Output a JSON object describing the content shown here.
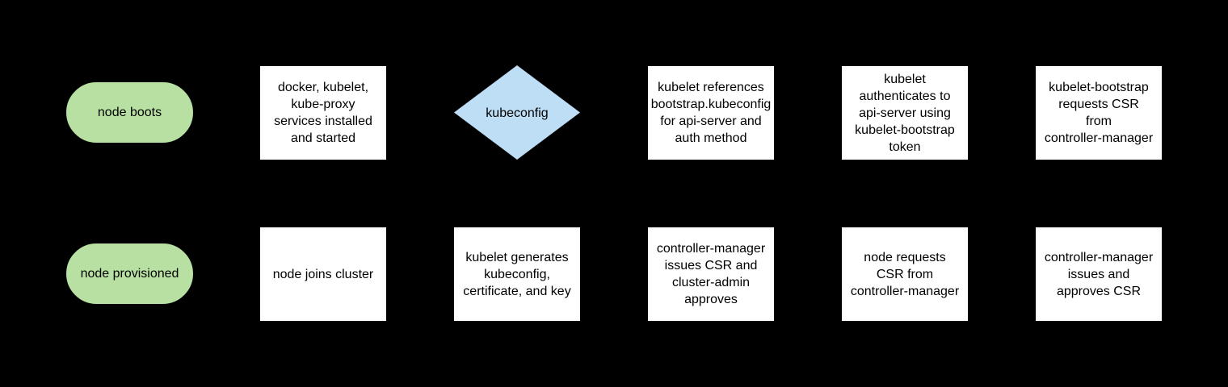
{
  "colors": {
    "background": "#000000",
    "terminator_fill": "#b7e0a2",
    "decision_fill": "#bddef4",
    "process_fill": "#ffffff",
    "border": "#000000",
    "text": "#000000"
  },
  "nodes": {
    "r1c1": {
      "shape": "terminator",
      "text": "node boots"
    },
    "r1c2": {
      "shape": "process",
      "text": "docker, kubelet,\nkube-proxy\nservices installed\nand started"
    },
    "r1c3": {
      "shape": "decision",
      "text": "kubeconfig"
    },
    "r1c4": {
      "shape": "process",
      "text": "kubelet references\nbootstrap.kubeconfig\nfor api-server and\nauth method"
    },
    "r1c5": {
      "shape": "process",
      "text": "kubelet\nauthenticates to\napi-server using\nkubelet-bootstrap\ntoken"
    },
    "r1c6": {
      "shape": "process",
      "text": "kubelet-bootstrap\nrequests CSR\nfrom\ncontroller-manager"
    },
    "r2c1": {
      "shape": "terminator",
      "text": "node provisioned"
    },
    "r2c2": {
      "shape": "process",
      "text": "node joins cluster"
    },
    "r2c3": {
      "shape": "process",
      "text": "kubelet generates\nkubeconfig,\ncertificate, and key"
    },
    "r2c4": {
      "shape": "process",
      "text": "controller-manager\nissues CSR and\ncluster-admin\napproves"
    },
    "r2c5": {
      "shape": "process",
      "text": "node requests\nCSR from\ncontroller-manager"
    },
    "r2c6": {
      "shape": "process",
      "text": "controller-manager\nissues and\napproves CSR"
    }
  }
}
